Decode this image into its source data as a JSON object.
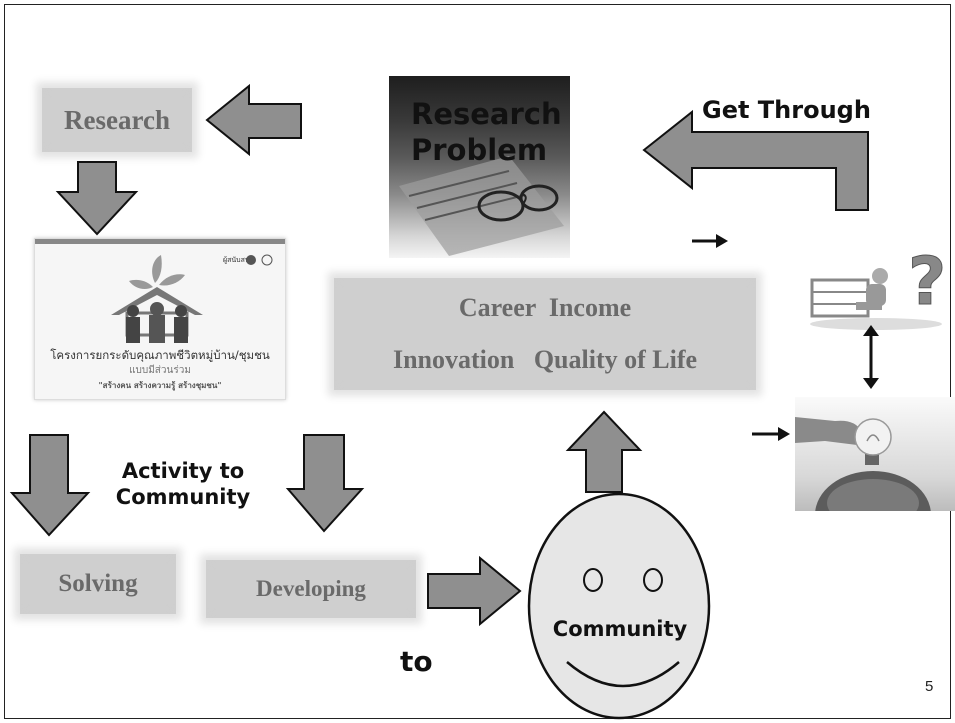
{
  "labels": {
    "research": "Research",
    "research_problem_line1": "Research",
    "research_problem_line2": "Problem",
    "get_through": "Get Through",
    "career_income": "Career  Income",
    "innovation_quality": "Innovation   Quality of Life",
    "activity_line1": "Activity to",
    "activity_line2": "Community",
    "solving": "Solving",
    "developing": "Developing",
    "to": "to",
    "community": "Community",
    "page_number": "5"
  },
  "poster": {
    "title_th": "โครงการยกระดับคุณภาพชีวิตหมู่บ้าน/ชุมชน",
    "subtitle_th": "แบบมีส่วนร่วม",
    "slogan_th": "\"สร้างคน  สร้างความรู้  สร้างชุมชน\"",
    "supporter_th": "ผู้สนับสนุน"
  },
  "colors": {
    "arrow_fill": "#8f8f8f",
    "arrow_stroke": "#111111",
    "box_fill": "#cfcfcf",
    "box_text": "#6a6a6a",
    "face_fill": "#e6e6e6"
  }
}
